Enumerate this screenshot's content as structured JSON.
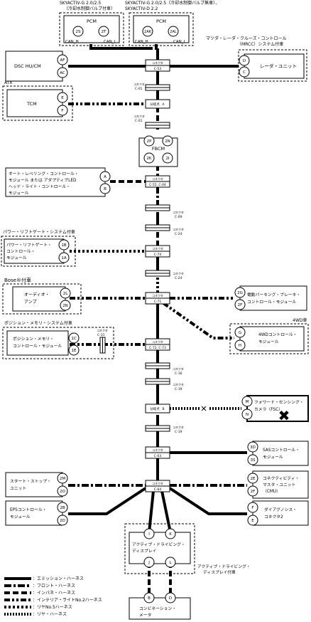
{
  "ecus": {
    "pcm1": {
      "title": "SKYACTIV-G 2.0/2.5",
      "subtitle": "（冷却水制御バルブ付車）",
      "name": "PCM",
      "pin_left": "2S",
      "pin_right": "2T",
      "can_h": "CAN_H",
      "can_l": "CAN_L"
    },
    "pcm2": {
      "title": "SKYACTIV-G 2.0/2.5（冷却水制御バルブ無車）、",
      "subtitle": "SKYACTIV-D 2.2",
      "name": "PCM",
      "pin_left": "2AK",
      "pin_right": "2AL",
      "can_h": "CAN_H",
      "can_l": "CAN_L"
    },
    "dsc": {
      "name": "DSC HU/CM",
      "pins": [
        "AF",
        "AC"
      ]
    },
    "radar": {
      "title1": "マツダ・レーダ・クルーズ・コントロール",
      "title2": "（MRCC）システム付車",
      "name": "レーダ・ユニット",
      "pins": [
        "D",
        "C"
      ]
    },
    "tcm": {
      "title": "ATX",
      "name": "TCM",
      "pins": [
        "E",
        "F"
      ]
    },
    "fbcm": {
      "name": "FBCM",
      "pins": [
        "2P",
        "2N",
        "2K",
        "2I"
      ]
    },
    "leveling": {
      "line1": "オート・レベリング・コントロール・",
      "line2": "モジュール または アダプティブLED",
      "line3": "ヘッド・ライト・コントロール・",
      "line4": "モジュール",
      "pins": [
        "A",
        "B"
      ]
    },
    "liftgate": {
      "title": "パワー・リフトゲート・システム付車",
      "line1": "パワー・リフトゲート・",
      "line2": "コントロール・",
      "line3": "モジュール",
      "pins": [
        "1B",
        "1A"
      ]
    },
    "audio": {
      "title": "Bose®付車",
      "line1": "オーディオ・",
      "line2": "アンプ",
      "pins": [
        "2L",
        "2N"
      ]
    },
    "epb": {
      "line1": "電動パーキング・ブレーキ・",
      "line2": "コントロール・モジュール",
      "pins": [
        "2G",
        "2F"
      ]
    },
    "fourwd": {
      "title": "4WD車",
      "line1": "4WDコントロール・",
      "line2": "モジュール",
      "pins": [
        "G",
        "H"
      ]
    },
    "memory": {
      "title": "ポジション・メモリ・システム付車",
      "line1": "ポジション・メモリ・",
      "line2": "コントロール・モジュール",
      "pins": [
        "1C",
        "1E"
      ],
      "conn_label": "コネクタ",
      "conn_id": "C-31"
    },
    "fsc": {
      "line1": "フォワード・センシング・",
      "line2": "カメラ（FSC）",
      "pins": [
        "M",
        "N"
      ]
    },
    "sas": {
      "line1": "SASコントロール・",
      "line2": "モジュール",
      "pins": [
        "3D",
        "3S"
      ]
    },
    "startstop": {
      "line1": "スタート・ストップ・",
      "line2": "ユニット",
      "pins": [
        "2M",
        "2O"
      ]
    },
    "cmu": {
      "line1": "コネクティビティ・",
      "line2": "マスタ・ユニット",
      "line3": "（CMU）",
      "pins": [
        "2E",
        "2F"
      ]
    },
    "eps": {
      "line1": "EPSコントロール・",
      "line2": "モジュール",
      "pins": [
        "2B",
        "2D"
      ]
    },
    "dlc": {
      "line1": "ダイアグノシス・",
      "line2": "コネクタ2",
      "pins": [
        "F",
        "E"
      ]
    },
    "ads": {
      "line1": "アクティブ・ドライビング・",
      "line2": "ディスプレイ",
      "note1": "アクティブ・ドライビング・",
      "note2": "ディスプレイ付車",
      "pins": [
        "I",
        "K",
        "J",
        "L"
      ]
    },
    "combi": {
      "line1": "コンビネーション・",
      "line2": "メータ",
      "pins": [
        "B",
        "D"
      ]
    }
  },
  "connectors": [
    {
      "label": "コネクタ",
      "id": "C-53"
    },
    {
      "label": "コネクタ",
      "id": "C-01"
    },
    {
      "label": "分岐点",
      "id": "A"
    },
    {
      "label": "コネクタ",
      "id": "C-01"
    },
    {
      "label": "コネクタ",
      "id": "C-55, C-04"
    },
    {
      "label": "コネクタ",
      "id": "C-09"
    },
    {
      "label": "コネクタ",
      "id": "C-24"
    },
    {
      "label": "コネクタ",
      "id": "C-74"
    },
    {
      "label": "コネクタ",
      "id": "C-24"
    },
    {
      "label": "コネクタ",
      "id": "C-71"
    },
    {
      "label": "コネクタ",
      "id": "C-72, C-73"
    },
    {
      "label": "コネクタ",
      "id": "C-16"
    },
    {
      "label": "コネクタ",
      "id": "C-19"
    },
    {
      "label": "分岐点",
      "id": "B"
    },
    {
      "label": "コネクタ",
      "id": "C-19"
    },
    {
      "label": "コネクタ",
      "id": "C-63"
    },
    {
      "label": "コネクタ",
      "id": "C-64"
    }
  ],
  "legend": [
    {
      "style": "emis",
      "label": "：エミッション・ハーネス"
    },
    {
      "style": "front",
      "label": "：フロント・ハーネス"
    },
    {
      "style": "inpa",
      "label": "：インパネ・ハーネス"
    },
    {
      "style": "int2",
      "label": "：インテリア・ライトNo.2ハーネス"
    },
    {
      "style": "rear5",
      "label": "：リヤNo.5ハーネス"
    },
    {
      "style": "rear",
      "label": "：リヤ・ハーネス"
    }
  ],
  "failure_mark": "✖",
  "open_mark": "✕"
}
